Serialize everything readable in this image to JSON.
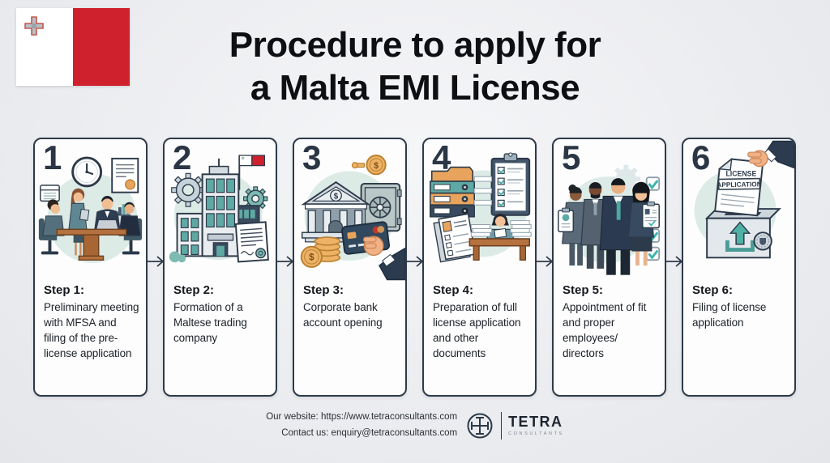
{
  "header": {
    "title_line1": "Procedure to apply for",
    "title_line2": "a Malta EMI License"
  },
  "flag": {
    "country_colors": {
      "white": "#ffffff",
      "red": "#cf202e"
    }
  },
  "steps": [
    {
      "number": "1",
      "title": "Step 1:",
      "description": "Preliminary meeting with MFSA and filing of the pre-license application"
    },
    {
      "number": "2",
      "title": "Step 2:",
      "description": "Formation of a Maltese trading company"
    },
    {
      "number": "3",
      "title": "Step 3:",
      "description": "Corporate bank account opening"
    },
    {
      "number": "4",
      "title": "Step 4:",
      "description": "Preparation of full license application and other documents"
    },
    {
      "number": "5",
      "title": "Step 5:",
      "description": "Appointment of fit and proper employees/ directors"
    },
    {
      "number": "6",
      "title": "Step 6:",
      "description": "Filing of license application"
    }
  ],
  "illustrations": {
    "dollar": "$",
    "license_line1": "LICENSE",
    "license_line2": "APPLICATION"
  },
  "footer": {
    "website": "Our website: https://www.tetraconsultants.com",
    "contact": "Contact us: enquiry@tetraconsultants.com",
    "logo_text": "TETRA",
    "logo_subtext": "CONSULTANTS"
  },
  "colors": {
    "background": "#edeff2",
    "card_border": "#2e3a49",
    "accent_teal": "#5fa9a4",
    "accent_navy": "#2e3d52",
    "accent_orange": "#e8a45c",
    "malta_red": "#cf202e"
  }
}
